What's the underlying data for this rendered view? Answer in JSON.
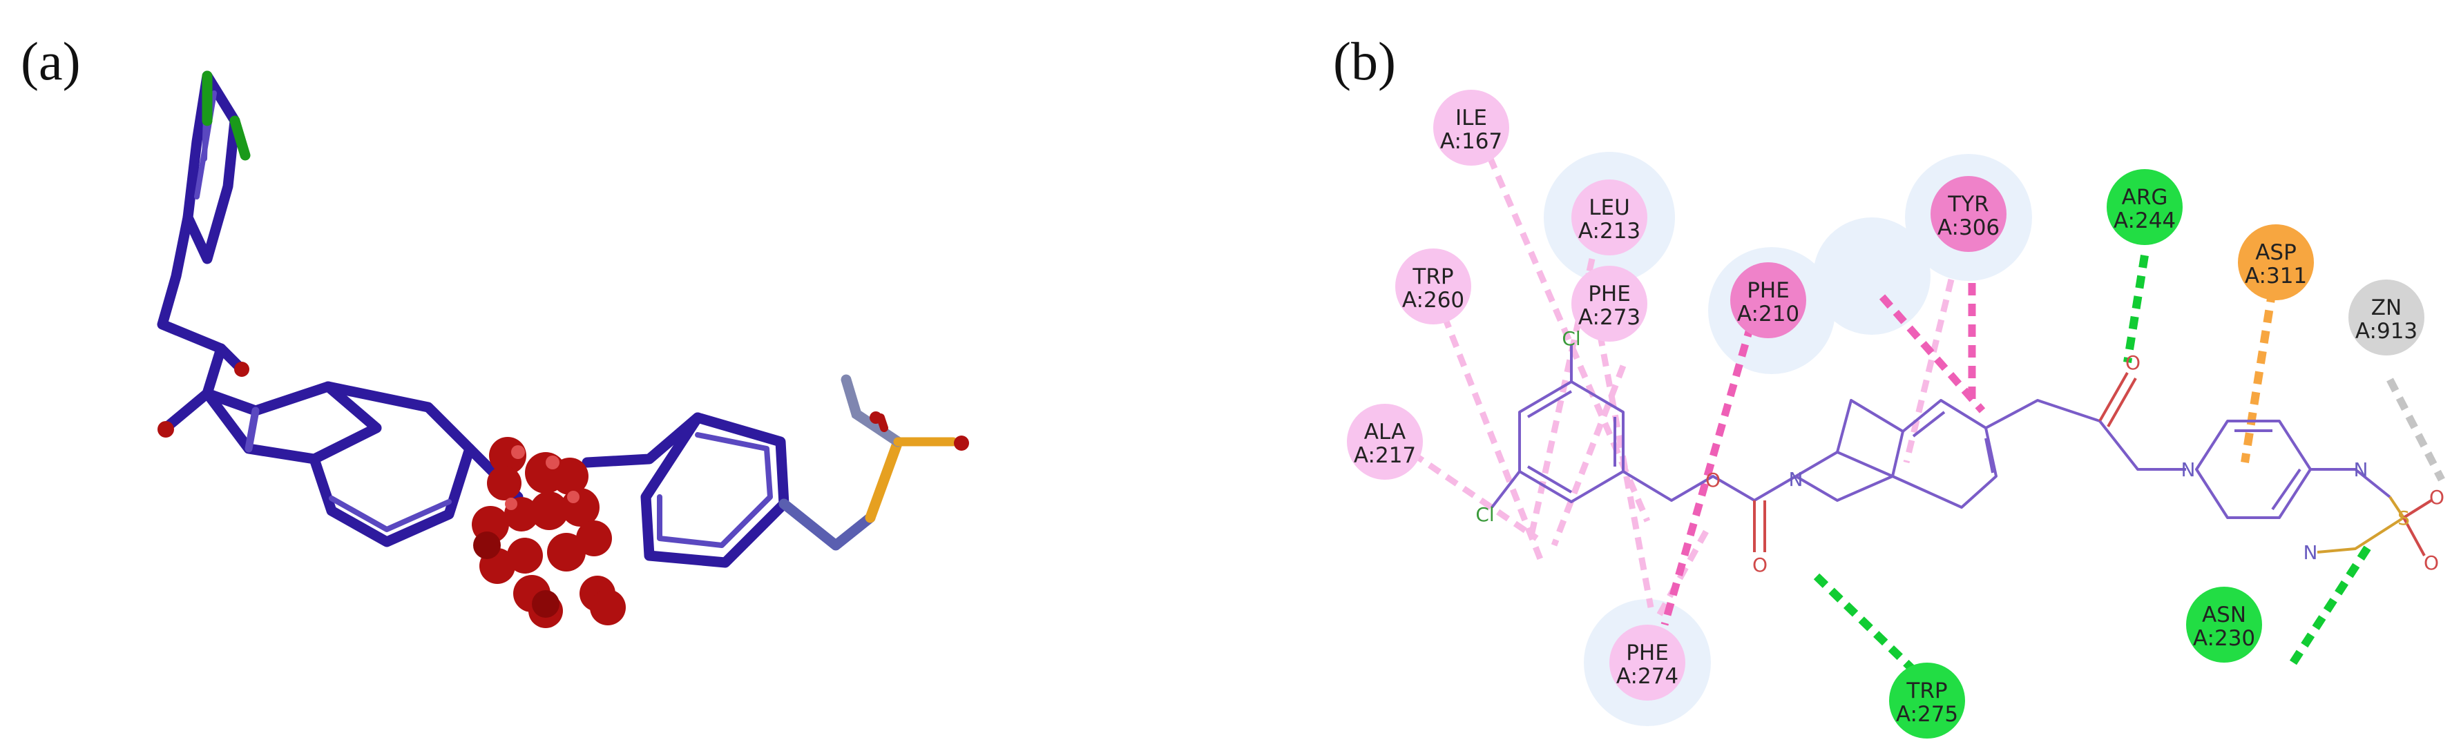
{
  "panels": [
    {
      "label": "(a)"
    },
    {
      "label": "(b)"
    }
  ],
  "atom_labels": {
    "chlorine": "Cl",
    "oxygen": "O",
    "nitrogen": "N",
    "sulfur": "S"
  },
  "residues": [
    {
      "id": "ile167",
      "name": "ILE",
      "num": "A:167",
      "color": "#f8c4ee",
      "halo": false
    },
    {
      "id": "leu213",
      "name": "LEU",
      "num": "A:213",
      "color": "#f8c4ee",
      "halo": true
    },
    {
      "id": "trp260",
      "name": "TRP",
      "num": "A:260",
      "color": "#f8c4ee",
      "halo": false
    },
    {
      "id": "ala217",
      "name": "ALA",
      "num": "A:217",
      "color": "#f8c4ee",
      "halo": false
    },
    {
      "id": "phe273",
      "name": "PHE",
      "num": "A:273",
      "color": "#f8c4ee",
      "halo": true
    },
    {
      "id": "phe210",
      "name": "PHE",
      "num": "A:210",
      "color": "#ef82c9",
      "halo": true
    },
    {
      "id": "tyr306",
      "name": "TYR",
      "num": "A:306",
      "color": "#ef82c9",
      "halo": true
    },
    {
      "id": "arg244",
      "name": "ARG",
      "num": "A:244",
      "color": "#22dd44",
      "halo": false
    },
    {
      "id": "asp311",
      "name": "ASP",
      "num": "A:311",
      "color": "#f7a640",
      "halo": false
    },
    {
      "id": "zn913",
      "name": "ZN",
      "num": "A:913",
      "color": "#d4d4d4",
      "halo": false
    },
    {
      "id": "phe274",
      "name": "PHE",
      "num": "A:274",
      "color": "#f8c4ee",
      "halo": true
    },
    {
      "id": "trp275",
      "name": "TRP",
      "num": "A:275",
      "color": "#22dd44",
      "halo": false
    },
    {
      "id": "asn230",
      "name": "ASN",
      "num": "A:230",
      "color": "#22dd44",
      "halo": false
    }
  ],
  "colors": {
    "ligand_bond": "#2e1a9e",
    "ligand_bond_light": "#5a48c0",
    "sulfur": "#e6a020",
    "oxygen_sphere": "#b01010",
    "chlorine_tip": "#1a9a1a",
    "halo": "#e9f1fb",
    "hbond": "#11cc33",
    "pi_stack": "#ee5fb6",
    "hydrophobic": "#f7b9e5",
    "attractive": "#f7a640",
    "metal": "#c4c4c4"
  }
}
